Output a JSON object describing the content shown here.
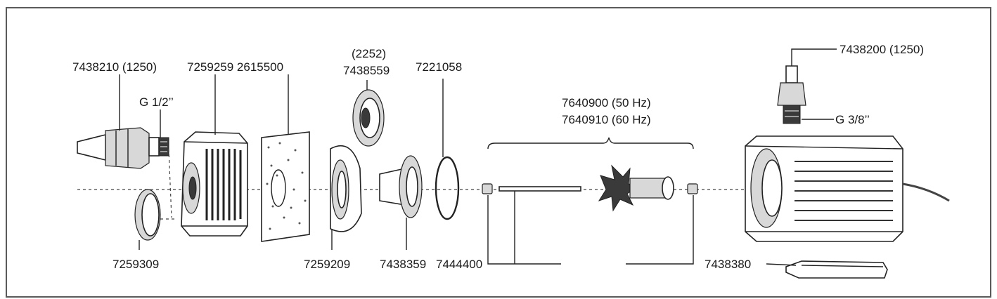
{
  "labels": {
    "outlet_nozzle": "7438210 (1250)",
    "thread_left": "G 1/2’’",
    "prefilter_housing_and_sponge": "7259259 2615500",
    "suction_cup_top": "(2252)",
    "suction_cup_part": "7438559",
    "o_ring": "7221058",
    "impeller_50hz": "7640900 (50 Hz)",
    "impeller_60hz": "7640910 (60 Hz)",
    "outlet_top": "7438200 (1250)",
    "thread_right": "G 3/8’’",
    "cap": "7259309",
    "front_plate": "7259209",
    "bearing_cover": "7438359",
    "shaft_bearings": "7444400",
    "mounting_bracket": "7438380"
  },
  "icons": [
    "nozzle-icon",
    "prefilter-housing-icon",
    "sponge-icon",
    "suction-cup-icon",
    "o-ring-icon",
    "impeller-icon",
    "pump-motor-icon",
    "bracket-icon"
  ]
}
